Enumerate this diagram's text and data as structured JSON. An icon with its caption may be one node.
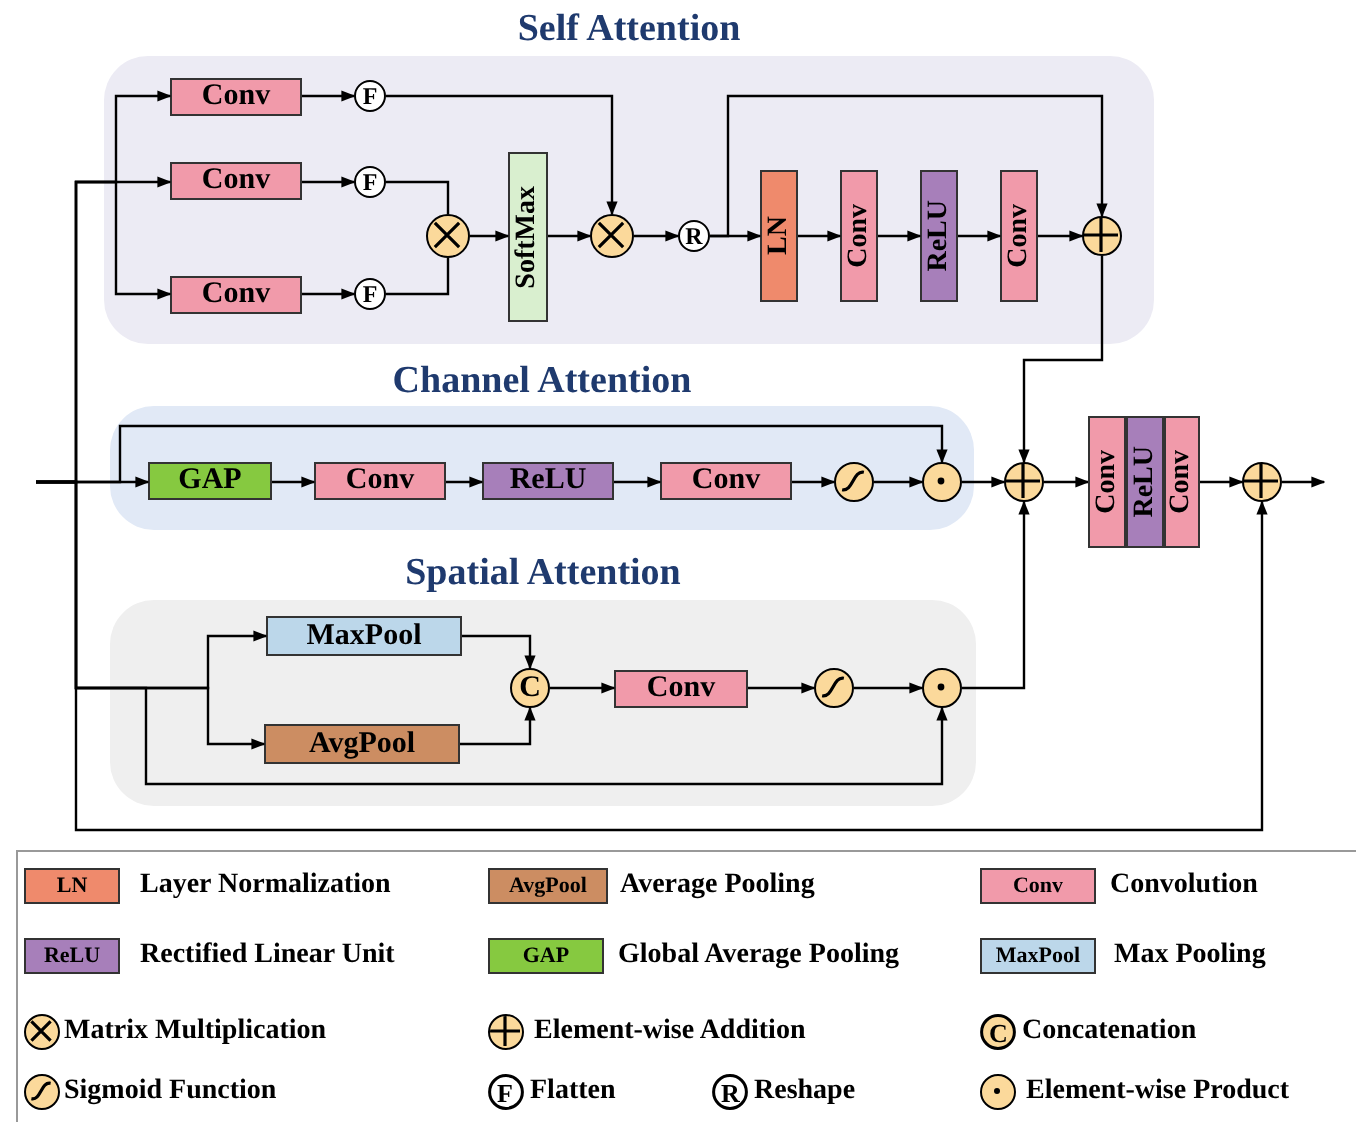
{
  "diagram": {
    "nodes": [
      {
        "text": [
          "Self Attention"
        ]
      },
      {
        "text": [
          "Channel Attention"
        ]
      },
      {
        "text": [
          "Spatial Attention"
        ]
      },
      {
        "text": [
          "Conv"
        ],
        "in": 0
      },
      {
        "text": [
          "Conv"
        ],
        "in": 0
      },
      {
        "text": [
          "Conv"
        ],
        "in": 0
      },
      {
        "text": [
          "F"
        ],
        "in": 0
      },
      {
        "text": [
          "F"
        ],
        "in": 0
      },
      {
        "text": [
          "F"
        ],
        "in": 0
      },
      {
        "text": [],
        "shape": "circle",
        "in": 0
      },
      {
        "text": [
          "SoftMax"
        ],
        "in": 0
      },
      {
        "text": [],
        "shape": "circle",
        "in": 0
      },
      {
        "text": [
          "R"
        ],
        "in": 0
      },
      {
        "text": [
          "LN"
        ],
        "in": 0
      },
      {
        "text": [
          "Conv"
        ],
        "in": 0
      },
      {
        "text": [
          "ReLU"
        ],
        "in": 0
      },
      {
        "text": [
          "Conv"
        ],
        "in": 0
      },
      {
        "text": [],
        "shape": "circle",
        "in": 0
      },
      {
        "text": [
          "GAP"
        ],
        "in": 1
      },
      {
        "text": [
          "Conv"
        ],
        "in": 1
      },
      {
        "text": [
          "ReLU"
        ],
        "in": 1
      },
      {
        "text": [
          "Conv"
        ],
        "in": 1
      },
      {
        "text": [],
        "shape": "circle",
        "in": 1
      },
      {
        "text": [],
        "shape": "circle",
        "in": 1
      },
      {
        "text": [
          "MaxPool"
        ],
        "in": 2
      },
      {
        "text": [
          "AvgPool"
        ],
        "in": 2
      },
      {
        "text": [
          "C"
        ],
        "in": 2
      },
      {
        "text": [
          "Conv"
        ],
        "in": 2
      },
      {
        "text": [],
        "shape": "circle",
        "in": 2
      },
      {
        "text": [],
        "shape": "circle",
        "in": 2
      },
      {
        "text": [],
        "shape": "circle"
      },
      {
        "text": [
          "Conv"
        ]
      },
      {
        "text": [
          "ReLU"
        ]
      },
      {
        "text": [
          "Conv"
        ]
      },
      {
        "text": [],
        "shape": "circle"
      }
    ],
    "edges": [
      {
        "from": null,
        "to": 4,
        "arrow": "to"
      },
      {
        "from": null,
        "to": 3,
        "arrow": "to"
      },
      {
        "from": null,
        "to": 5,
        "arrow": "to"
      },
      {
        "from": null,
        "to": 18,
        "arrow": "to"
      },
      {
        "from": null,
        "to": 23,
        "arrow": "to"
      },
      {
        "from": null,
        "to": 24,
        "arrow": "to"
      },
      {
        "from": null,
        "to": 25,
        "arrow": "to"
      },
      {
        "from": null,
        "to": 29,
        "arrow": "to"
      },
      {
        "from": null,
        "to": 34,
        "arrow": "to"
      },
      {
        "from": 3,
        "to": 6,
        "arrow": "to"
      },
      {
        "from": 4,
        "to": 7,
        "arrow": "to"
      },
      {
        "from": 5,
        "to": 8,
        "arrow": "to"
      },
      {
        "from": 6,
        "to": 11,
        "arrow": "to"
      },
      {
        "from": 7,
        "to": 9,
        "arrow": "none"
      },
      {
        "from": 8,
        "to": 9,
        "arrow": "none"
      },
      {
        "from": 9,
        "to": 10,
        "arrow": "to"
      },
      {
        "from": 10,
        "to": 11,
        "arrow": "to"
      },
      {
        "from": 11,
        "to": 12,
        "arrow": "to"
      },
      {
        "from": 12,
        "to": 13,
        "arrow": "to"
      },
      {
        "from": 12,
        "to": 17,
        "arrow": "to"
      },
      {
        "from": 13,
        "to": 14,
        "arrow": "to"
      },
      {
        "from": 14,
        "to": 15,
        "arrow": "to"
      },
      {
        "from": 15,
        "to": 16,
        "arrow": "to"
      },
      {
        "from": 16,
        "to": 17,
        "arrow": "to"
      },
      {
        "from": 17,
        "to": 30,
        "arrow": "to"
      },
      {
        "from": 18,
        "to": 19,
        "arrow": "to"
      },
      {
        "from": 19,
        "to": 20,
        "arrow": "to"
      },
      {
        "from": 20,
        "to": 21,
        "arrow": "to"
      },
      {
        "from": 21,
        "to": 22,
        "arrow": "to"
      },
      {
        "from": 22,
        "to": 23,
        "arrow": "to"
      },
      {
        "from": 23,
        "to": 30,
        "arrow": "to"
      },
      {
        "from": 24,
        "to": 26,
        "arrow": "to"
      },
      {
        "from": 25,
        "to": 26,
        "arrow": "to"
      },
      {
        "from": 26,
        "to": 27,
        "arrow": "to"
      },
      {
        "from": 27,
        "to": 28,
        "arrow": "to"
      },
      {
        "from": 28,
        "to": 29,
        "arrow": "to"
      },
      {
        "from": 29,
        "to": 30,
        "arrow": "to"
      },
      {
        "from": 30,
        "to": 31,
        "arrow": "to"
      },
      {
        "from": 33,
        "to": 34,
        "arrow": "to"
      },
      {
        "from": 34,
        "to": null,
        "arrow": "to"
      }
    ],
    "labels": [
      "LN",
      "AvgPool",
      "Conv",
      "ReLU",
      "GAP",
      "MaxPool",
      "C",
      "F",
      "R"
    ],
    "legend": [
      {
        "text": "Layer Normalization",
        "color": "#ef8a6c"
      },
      {
        "text": "Average Pooling",
        "color": "#cc8d62"
      },
      {
        "text": "Convolution",
        "color": "#f19aaa"
      },
      {
        "text": "Rectified Linear Unit",
        "color": "#a77fba"
      },
      {
        "text": "Global Average Pooling",
        "color": "#86c940"
      },
      {
        "text": "Max Pooling",
        "color": "#bcd7ea"
      },
      {
        "text": "Matrix Multiplication"
      },
      {
        "text": "Element-wise Addition"
      },
      {
        "text": "Concatenation"
      },
      {
        "text": "Sigmoid Function"
      },
      {
        "text": "Flatten"
      },
      {
        "text": "Reshape"
      },
      {
        "text": "Element-wise Product"
      }
    ]
  }
}
